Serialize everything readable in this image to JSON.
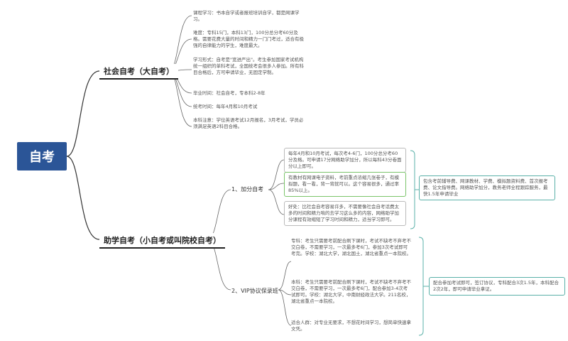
{
  "root": "自考",
  "branch1": {
    "label": "社会自考（大自考）",
    "notes": [
      "课程学习：书本自学或者报班培训自学，都是网课学习。",
      "难度：专科15门，本科13门，100分总分考60分及格。需要花费大量的时间和精力一门门考过，适合有极强的自律能力的学生，难度最大。",
      "学习形式：自考是\"宽进严出\"。考生参加国家考试机构统一组织的单科考试，全国统考会很多人参加。所有科目合格后，方可申请毕业，无固定学制。",
      "毕业时间：社会自考，专本科2-8年",
      "统考时间：每年4月和10月考试",
      "本科注意：学位英语考试12月报名，3月考试，学员必须满足英语2科目合格。"
    ]
  },
  "branch2": {
    "label": "助学自考（小自考或叫院校自考）",
    "sub1": {
      "label": "1、加分自考",
      "notes": [
        "每年4月和10月考试，每次考4-6门，100分总分考60分及格。可申请17分网络助学加分，所以每科43分卷面分以上即可。",
        "有教材有网课电子资料，考前重点浓缩几张卷子，有模拟题，看一看，背一背就可以。这个容易很多，通过率85%以上。",
        "好处：比社会自考容易许多，不需要像社会自考话费太多的时间和精力啃的去学习这么多的内容，网络助学加分课程有效缩短了学习时间和精力，适当学习即可。"
      ],
      "box": "包含考前辅导费、网课教材、学费、模拟题资料费、首次报考费、论文指导费。网络助学加分，教务老师全程跟踪服务，最快1.5年申请毕业"
    },
    "sub2": {
      "label": "2、VIP协议保录班",
      "notes": [
        "专科：考生只需要考前配合刷下课时，考试不缺考不弃考不交白卷，不需要学习，一次最多考6门，参加3次考试即可考完。学校：湖北大学，湖北国土，湖北省重点一本院校。",
        "本科：考生只需要考前配合刷下课时，考试不缺考不弃考不交白卷，不需要学习，一次最多考6门，配合参加3-4次考试即可。学校：湖北大学，中南财经政法大学。211名校，湖北省重点一本院校。",
        "适合人群：对专业无要求，不想花时间学习，想简单快速拿文凭。"
      ],
      "box": "配合参加考试即可，签订协议，专科配合3次1.5年，本科配合2次2年，即可申请毕业拿证。"
    }
  }
}
